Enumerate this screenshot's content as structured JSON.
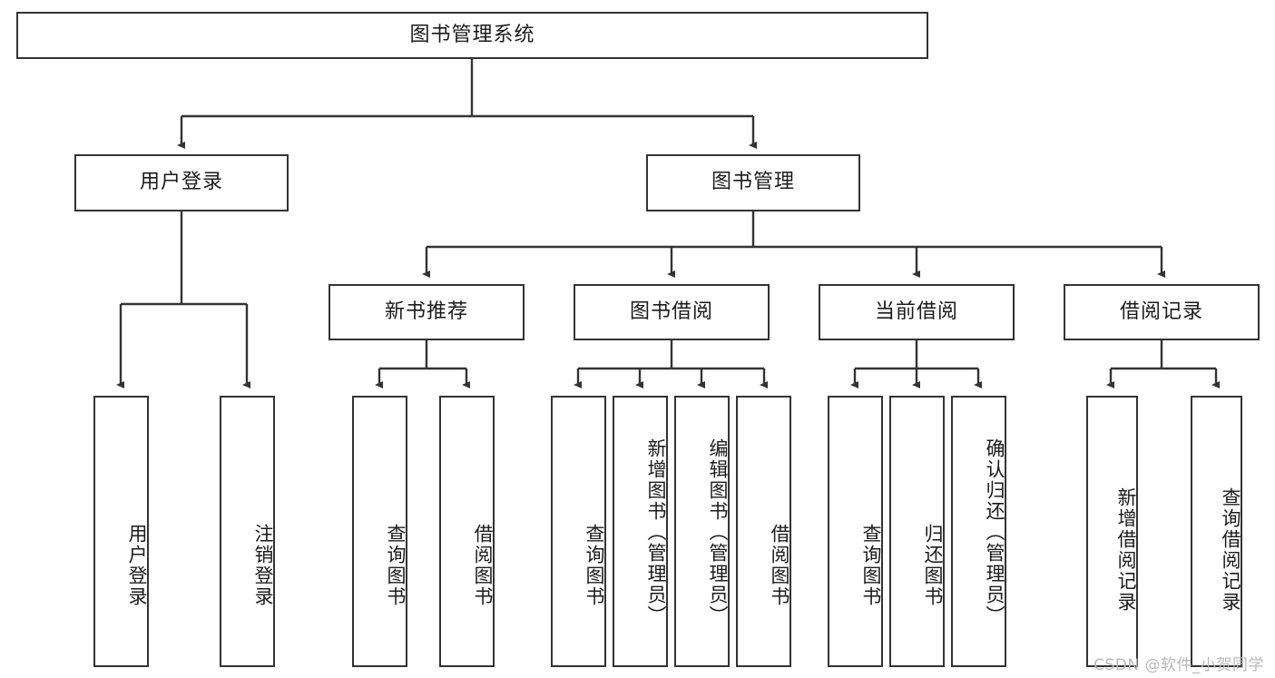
{
  "diagram": {
    "title": "图书管理系统",
    "watermark": "CSDN @软件_小贺同学",
    "root": {
      "label": "图书管理系统"
    },
    "level2": [
      {
        "label": "用户登录"
      },
      {
        "label": "图书管理"
      }
    ],
    "level3": [
      {
        "label": "新书推荐"
      },
      {
        "label": "图书借阅"
      },
      {
        "label": "当前借阅"
      },
      {
        "label": "借阅记录"
      }
    ],
    "leaves": {
      "user_login": [
        {
          "label": "用户登录"
        },
        {
          "label": "注销登录"
        }
      ],
      "new_book": [
        {
          "label": "查询图书"
        },
        {
          "label": "借阅图书"
        }
      ],
      "book_borrow": [
        {
          "label": "查询图书"
        },
        {
          "label": "新增图书（管理员）"
        },
        {
          "label": "编辑图书（管理员）"
        },
        {
          "label": "借阅图书"
        }
      ],
      "current_borrow": [
        {
          "label": "查询图书"
        },
        {
          "label": "归还图书"
        },
        {
          "label": "确认归还（管理员）"
        }
      ],
      "borrow_record": [
        {
          "label": "新增借阅记录"
        },
        {
          "label": "查询借阅记录"
        }
      ]
    },
    "colors": {
      "stroke": "#333333",
      "background": "#ffffff",
      "text": "#1b1b1b",
      "watermark": "#b9b9b9"
    }
  }
}
